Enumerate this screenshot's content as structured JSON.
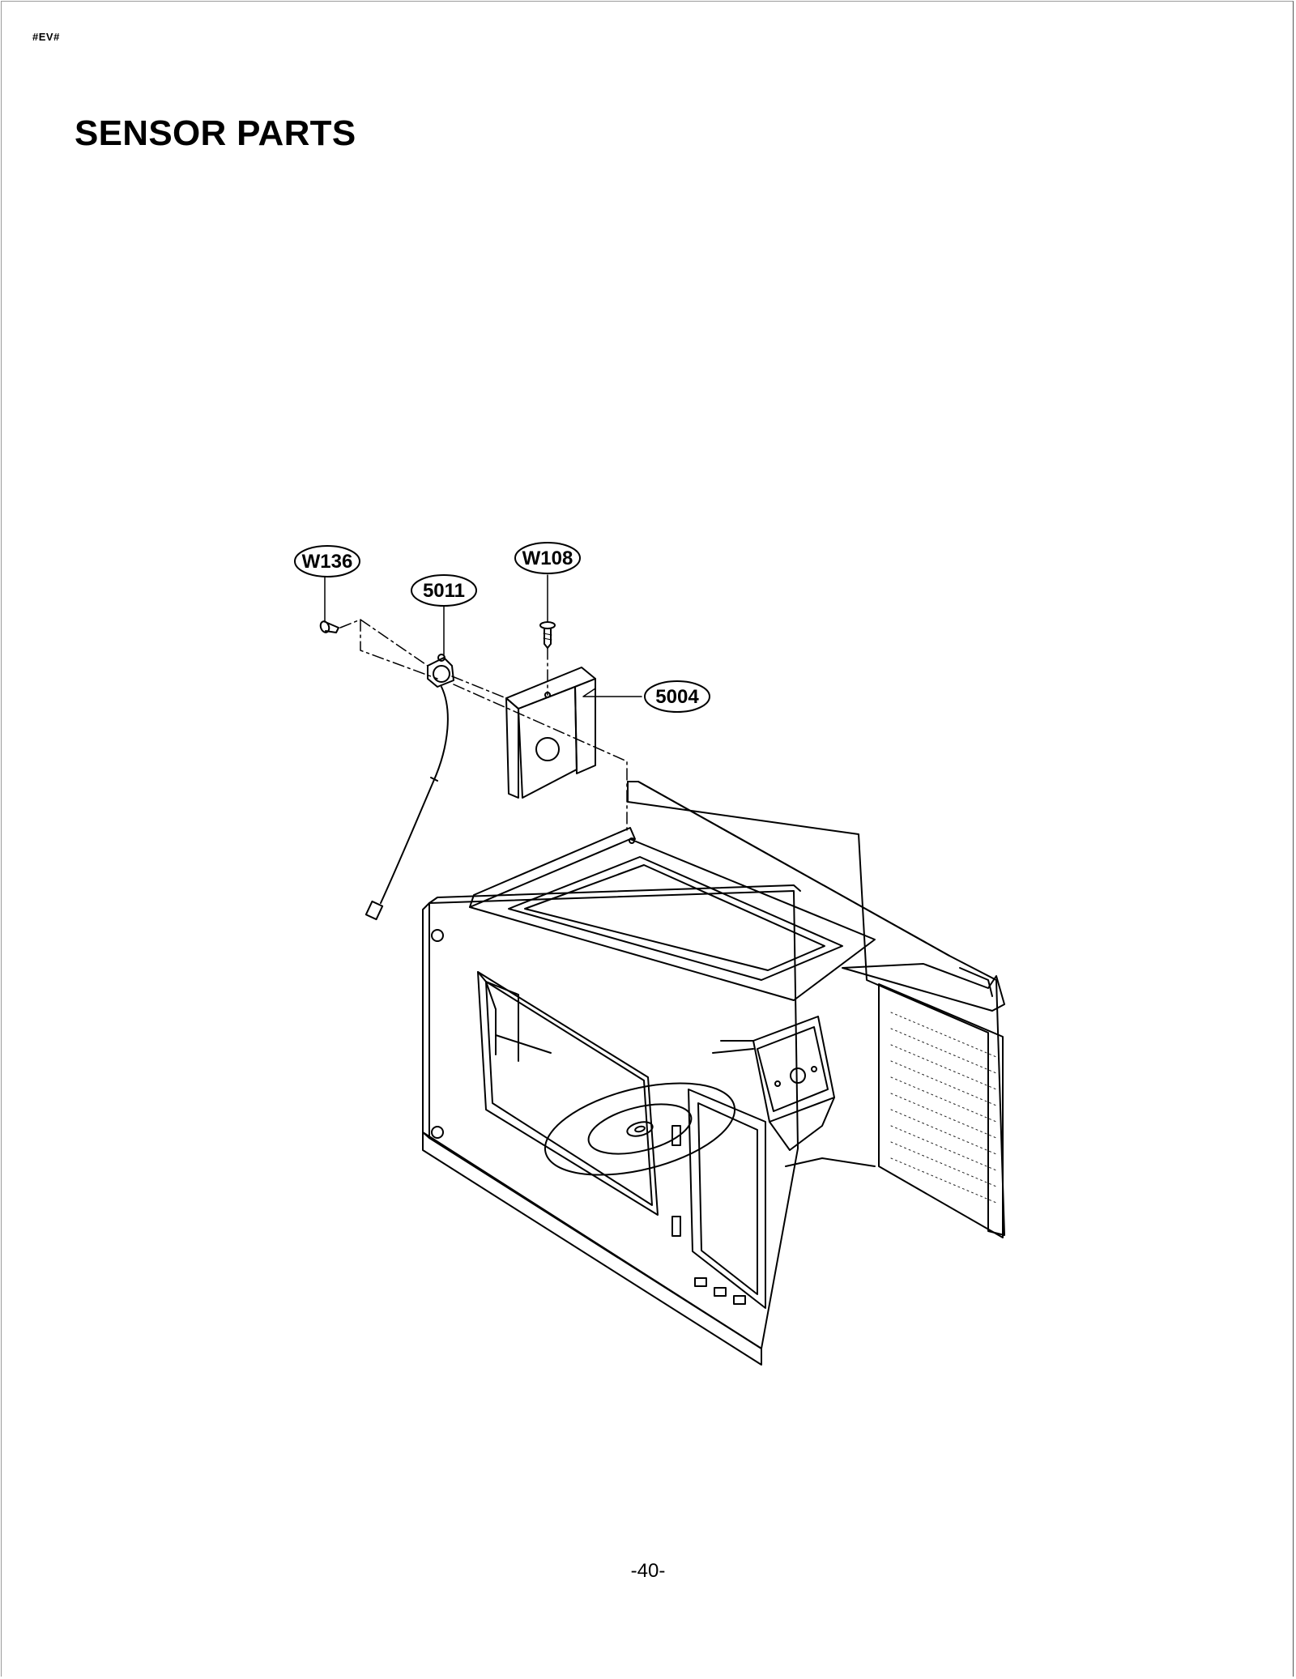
{
  "header": {
    "doc_code": "#EV#",
    "title": "SENSOR PARTS"
  },
  "diagram": {
    "callouts": [
      {
        "id": "W136"
      },
      {
        "id": "5011"
      },
      {
        "id": "W108"
      },
      {
        "id": "5004"
      }
    ]
  },
  "footer": {
    "page_number": "-40-"
  }
}
